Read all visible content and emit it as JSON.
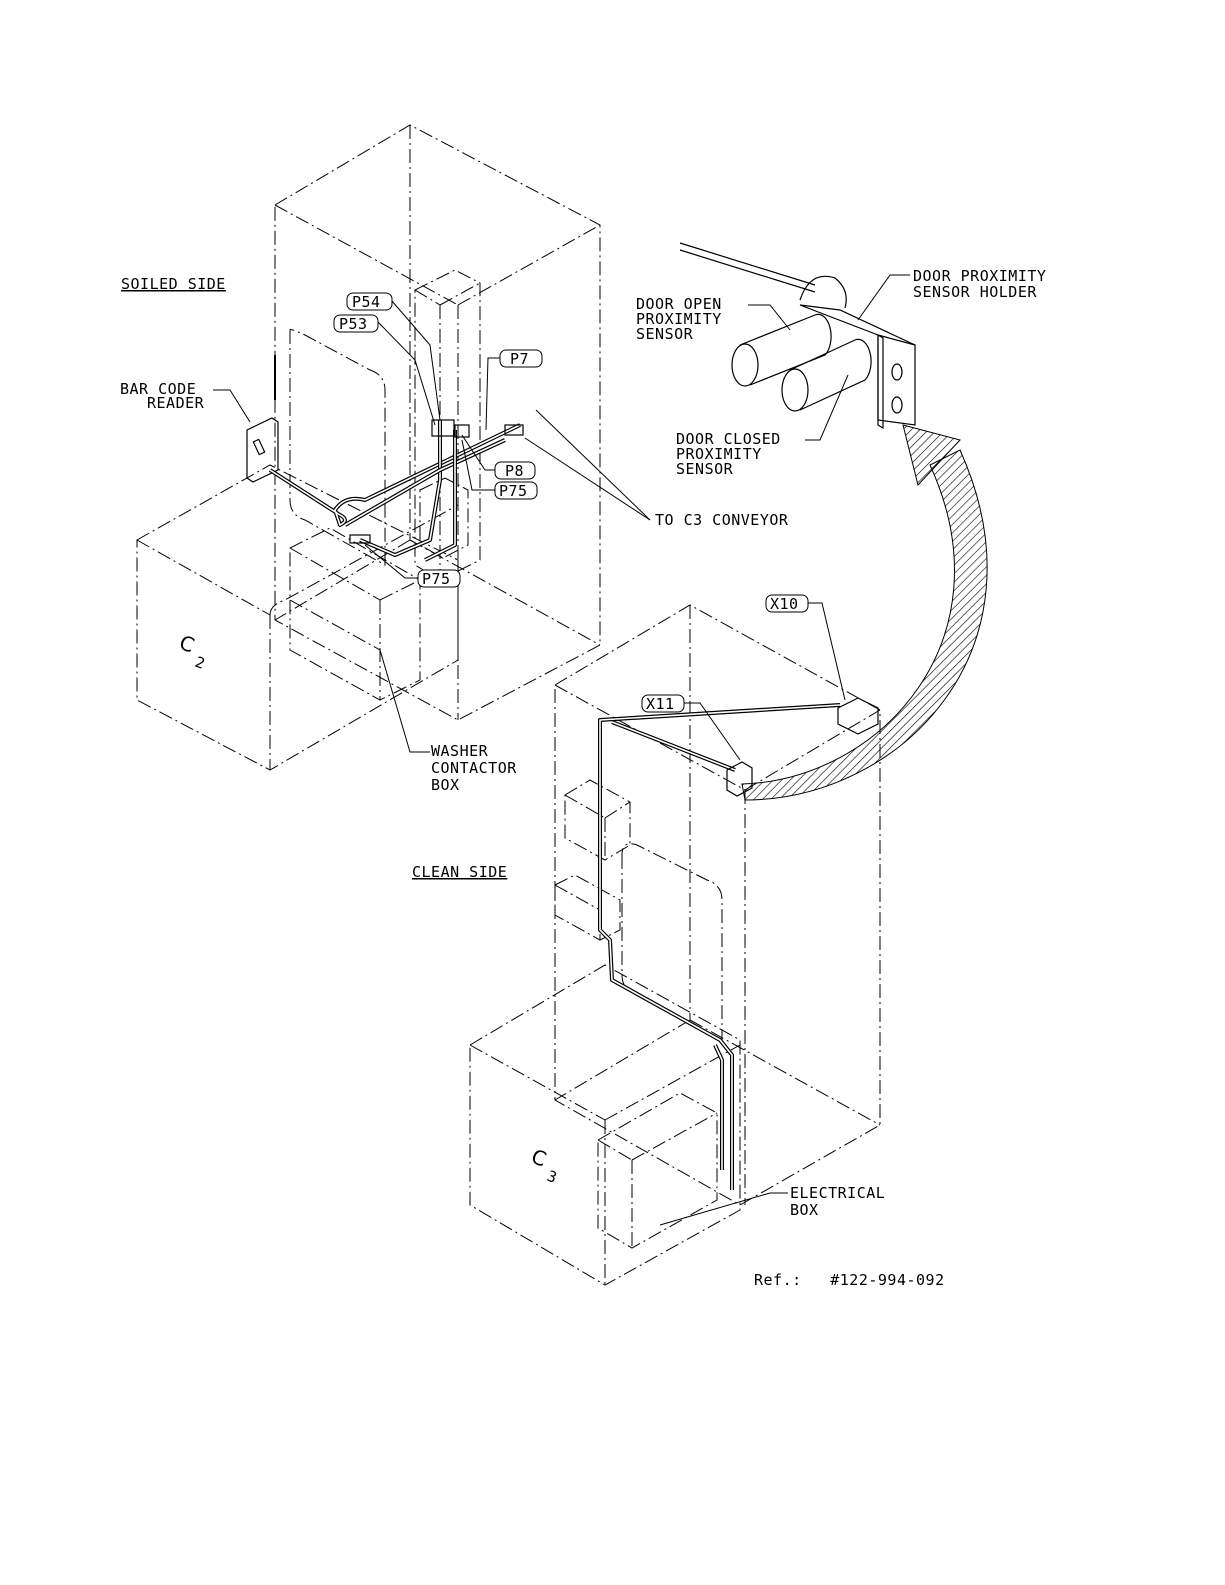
{
  "labels": {
    "soiled_side": "SOILED SIDE",
    "clean_side": "CLEAN SIDE",
    "bar_code_reader_1": "BAR CODE",
    "bar_code_reader_2": "READER",
    "door_open_1": "DOOR OPEN",
    "door_open_2": "PROXIMITY",
    "door_open_3": "SENSOR",
    "door_closed_1": "DOOR CLOSED",
    "door_closed_2": "PROXIMITY",
    "door_closed_3": "SENSOR",
    "holder_1": "DOOR PROXIMITY",
    "holder_2": "SENSOR HOLDER",
    "to_c3": "TO C3 CONVEYOR",
    "washer_1": "WASHER",
    "washer_2": "CONTACTOR",
    "washer_3": "BOX",
    "electrical_1": "ELECTRICAL",
    "electrical_2": "BOX",
    "c2": "C",
    "c2_sub": "2",
    "c3": "C",
    "c3_sub": "3",
    "ref": "Ref.:   #122-994-092"
  },
  "tags": {
    "p54": "P54",
    "p53": "P53",
    "p7": "P7",
    "p8": "P8",
    "p75a": "P75",
    "p75b": "P75",
    "x10": "X10",
    "x11": "X11"
  }
}
